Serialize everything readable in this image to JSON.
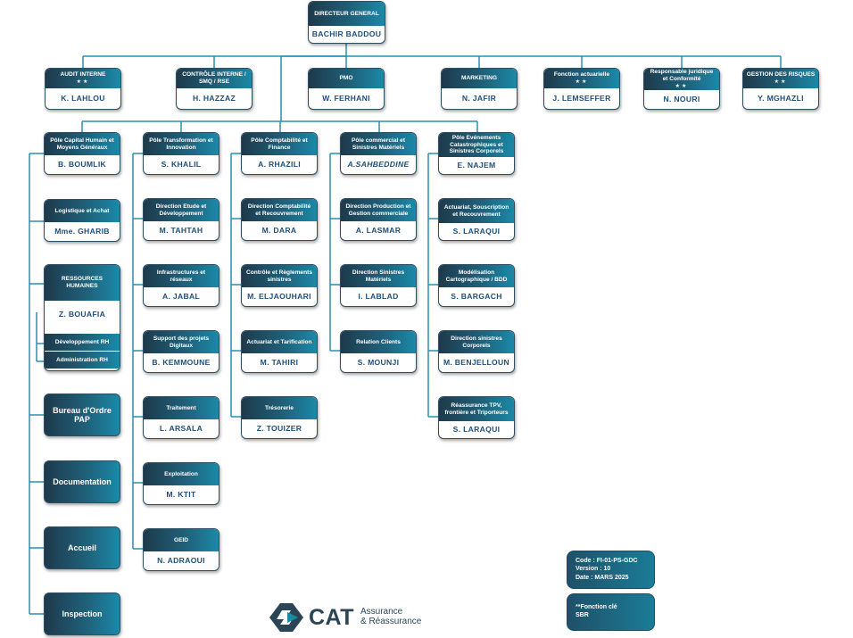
{
  "director": {
    "title": "DIRECTEUR GENERAL",
    "name": "BACHIR BADDOU"
  },
  "top_row": [
    {
      "title": "AUDIT INTERNE",
      "stars": "★★",
      "name": "K. LAHLOU"
    },
    {
      "title": "CONTRÔLE INTERNE / SMQ / RSE",
      "stars": "",
      "name": "H. HAZZAZ"
    },
    {
      "title": "PMO",
      "stars": "",
      "name": "W. FERHANI"
    },
    {
      "title": "MARKETING",
      "stars": "",
      "name": "N. JAFIR"
    },
    {
      "title": "Fonction actuarielle",
      "stars": "★★",
      "name": "J. LEMSEFFER"
    },
    {
      "title": "Responsable juridique et Conformité",
      "stars": "★★",
      "name": "N. NOURI"
    },
    {
      "title": "GESTION DES RISQUES",
      "stars": "★★",
      "name": "Y. MGHAZLI"
    }
  ],
  "poles": [
    {
      "title": "Pôle Capital Humain et Moyens Généraux",
      "name": "B. BOUMLIK"
    },
    {
      "title": "Pôle Transformation et Innovation",
      "name": "S. KHALIL"
    },
    {
      "title": "Pôle Comptabilité et Finance",
      "name": "A. RHAZILI"
    },
    {
      "title": "Pôle commercial et Sinistres Matériels",
      "name": "A.SAHBEDDINE"
    },
    {
      "title": "Pôle Evénements Catastrophiques et Sinistres Corporels",
      "name": "E. NAJEM"
    }
  ],
  "col1": {
    "logistique": {
      "title": "Logistique et Achat",
      "name": "Mme. GHARIB"
    },
    "rh": {
      "title": "RESSOURCES HUMAINES",
      "name": "Z. BOUAFIA",
      "sub1": "Développement RH",
      "sub2": "Administration RH"
    },
    "bureau": "Bureau d'Ordre PAP",
    "documentation": "Documentation",
    "accueil": "Accueil",
    "inspection": "Inspection"
  },
  "col2": [
    {
      "title": "Direction Etude et Développement",
      "name": "M. TAHTAH"
    },
    {
      "title": "Infrastructures et réseaux",
      "name": "A. JABAL"
    },
    {
      "title": "Support des projets Digitaux",
      "name": "B. KEMMOUNE"
    },
    {
      "title": "Traitement",
      "name": "L. ARSALA"
    },
    {
      "title": "Exploitation",
      "name": "M. KTIT"
    },
    {
      "title": "GEID",
      "name": "N. ADRAOUI"
    }
  ],
  "col3": [
    {
      "title": "Direction Comptabilité et Recouvrement",
      "name": "M. DARA"
    },
    {
      "title": "Contrôle et Règlements sinistres",
      "name": "M. ELJAOUHARI"
    },
    {
      "title": "Actuariat et Tarification",
      "name": "M. TAHIRI"
    },
    {
      "title": "Trésorerie",
      "name": "Z. TOUIZER"
    }
  ],
  "col4": [
    {
      "title": "Direction Production et Gestion commerciale",
      "name": "A. LASMAR"
    },
    {
      "title": "Direction Sinistres Matériels",
      "name": "I. LABLAD"
    },
    {
      "title": "Relation Clients",
      "name": "S. MOUNJI"
    }
  ],
  "col5": [
    {
      "title": "Actuariat, Souscription et Recouvrement",
      "name": "S. LARAQUI"
    },
    {
      "title": "Modélisation Cartographique / BDD",
      "name": "S. BARGACH"
    },
    {
      "title": "Direction sinistres Corporels",
      "name": "M. BENJELLOUN"
    },
    {
      "title": "Réassurance TPV, frontière et Triporteurs",
      "name": "S. LARAQUI"
    }
  ],
  "doc_info": {
    "code": "Code : FI-01-PS-GDC",
    "version": "Version : 10",
    "date": "Date : MARS 2025"
  },
  "legend": {
    "line1": "**Fonction clé",
    "line2": "SBR"
  },
  "logo": {
    "brand": "CAT",
    "tag1": "Assurance",
    "tag2": "& Réassurance"
  },
  "colors": {
    "accent": "#1b89a8",
    "dark": "#1e3a4c",
    "line": "#2a8fb0",
    "name_text": "#1f4e79"
  }
}
